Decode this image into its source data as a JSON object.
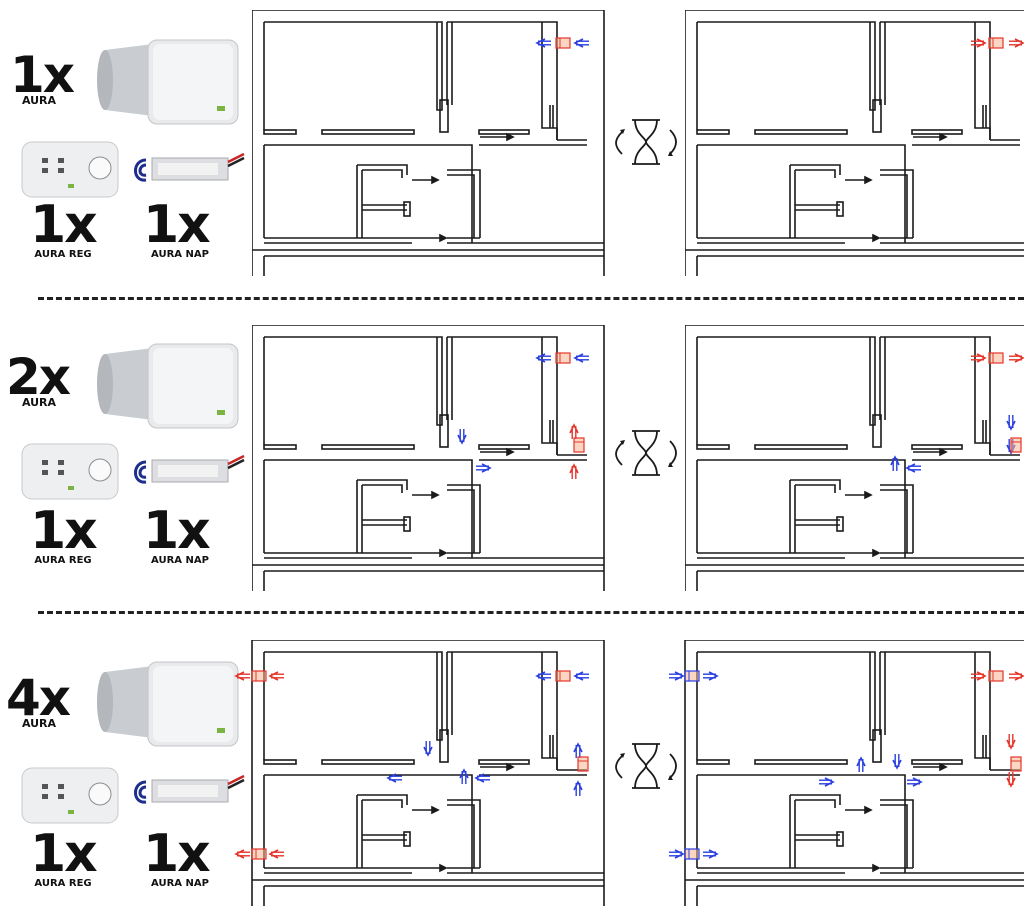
{
  "colors": {
    "cold": "#2b3fe0",
    "warm": "#e4352b",
    "wall": "#1a1a1a",
    "duct": "#f7b58f"
  },
  "rows": [
    {
      "id": "row1",
      "aura": {
        "count": "1x",
        "label": "AURA"
      },
      "reg": {
        "count": "1x",
        "label": "AURA REG"
      },
      "nap": {
        "count": "1x",
        "label": "AURA NAP"
      }
    },
    {
      "id": "row2",
      "aura": {
        "count": "2x",
        "label": "AURA"
      },
      "reg": {
        "count": "1x",
        "label": "AURA REG"
      },
      "nap": {
        "count": "1x",
        "label": "AURA NAP"
      }
    },
    {
      "id": "row3",
      "aura": {
        "count": "4x",
        "label": "AURA"
      },
      "reg": {
        "count": "1x",
        "label": "AURA REG"
      },
      "nap": {
        "count": "1x",
        "label": "AURA NAP"
      }
    }
  ],
  "icons": {
    "cycle": "hourglass-reverse-icon",
    "arrow": "airflow-arrow-icon"
  }
}
